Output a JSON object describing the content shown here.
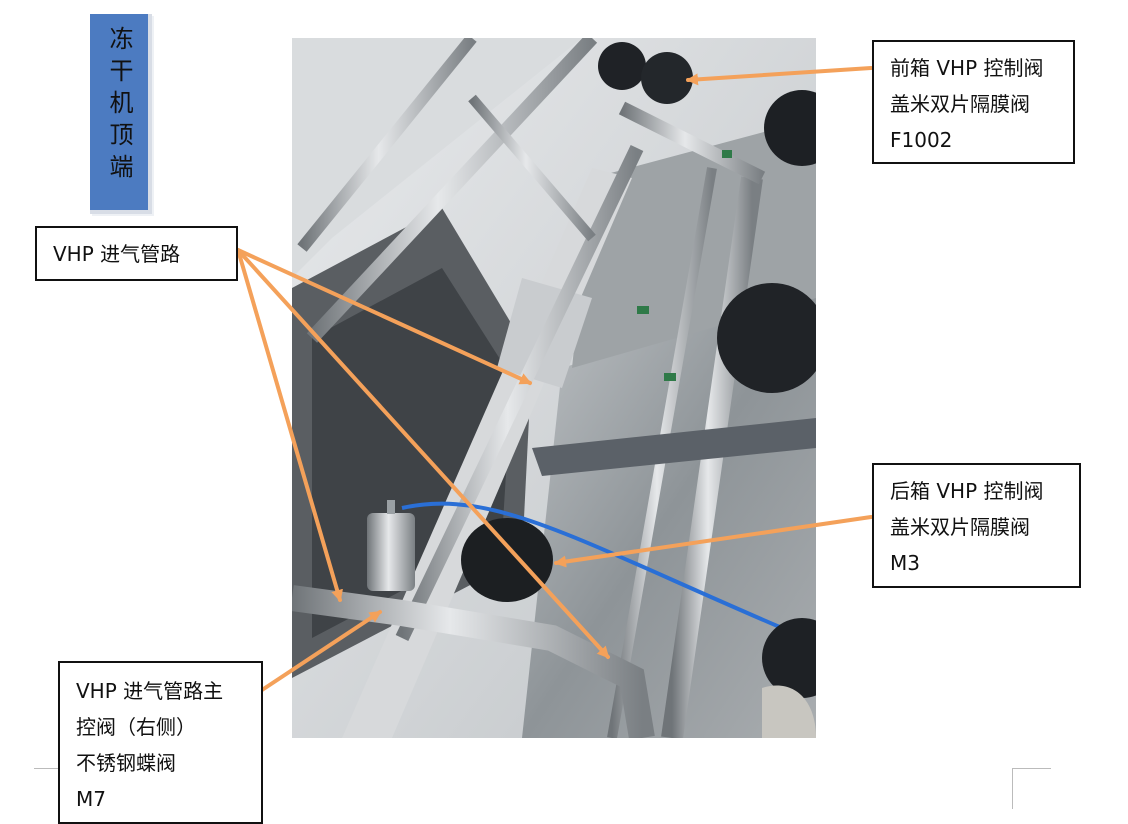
{
  "title_chars": "冻干机顶端",
  "callouts": {
    "front_valve": [
      "前箱 VHP 控制阀",
      "盖米双片隔膜阀",
      "F1002"
    ],
    "vhp_line": [
      "VHP 进气管路"
    ],
    "rear_valve": [
      "后箱 VHP 控制阀",
      "盖米双片隔膜阀",
      "M3"
    ],
    "main_valve": [
      "VHP 进气管路主",
      "控阀（右侧）",
      "不锈钢蝶阀",
      "M7"
    ]
  },
  "colors": {
    "title_bg": "#4c7bc1",
    "arrow": "#f4a15a",
    "border": "#111111"
  },
  "photo": {
    "subject": "freeze-dryer-top-pipework-photo"
  }
}
